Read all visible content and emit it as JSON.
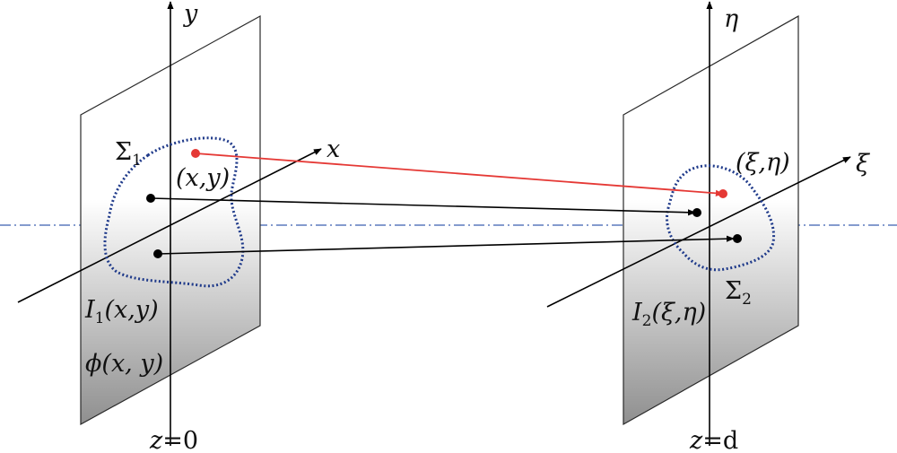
{
  "colors": {
    "plane_edge": "#2a2a2a",
    "plane_fill_light": "#ffffff",
    "plane_fill_dark": "#8f8f8f",
    "optical_axis": "#3a5fb0",
    "boundary": "#1f3a8a",
    "ray_black": "#000000",
    "ray_red": "#e53935"
  },
  "icons": {
    "sample_point": "filled-circle",
    "arrow_head": "triangle"
  },
  "labels": {
    "input_axis_y": "y",
    "input_axis_x": "x",
    "output_axis_eta": "η",
    "output_axis_xi": "ξ",
    "input_region": {
      "base": "Σ",
      "sub": "1"
    },
    "output_region": {
      "base": "Σ",
      "sub": "2"
    },
    "input_point": "(x,y)",
    "output_point": "(ξ,η)",
    "input_intensity": {
      "base": "I",
      "sub": "1",
      "args": "(x,y)"
    },
    "output_intensity": {
      "base": "I",
      "sub": "2",
      "args": "(ξ,η)"
    },
    "phase": "ϕ(x, y)",
    "input_plane_position": {
      "var": "z",
      "rest": "=0"
    },
    "output_plane_position": {
      "var": "z",
      "rest": "=d"
    }
  }
}
